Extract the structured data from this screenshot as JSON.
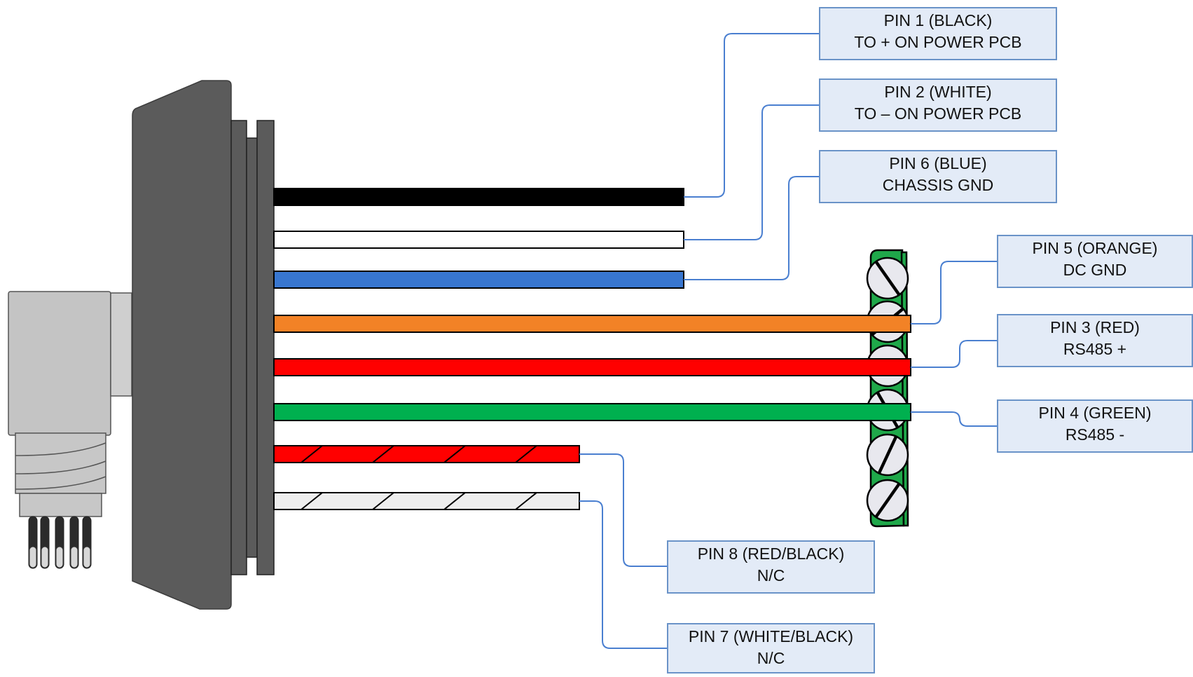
{
  "colors": {
    "leader_line": "#4a7fd0",
    "label_fill": "#e3ebf7",
    "label_border": "#6a93c8",
    "terminal_block": "#1fa84a",
    "connector_body": "#5b5b5b",
    "connector_plug": "#c4c4c4"
  },
  "wires": [
    {
      "id": "pin1",
      "color": "#000000",
      "stripe": null,
      "name": "BLACK",
      "termination": "short"
    },
    {
      "id": "pin2",
      "color": "#ffffff",
      "stripe": null,
      "name": "WHITE",
      "termination": "short"
    },
    {
      "id": "pin6",
      "color": "#3876cf",
      "stripe": null,
      "name": "BLUE",
      "termination": "short"
    },
    {
      "id": "pin5",
      "color": "#f28226",
      "stripe": null,
      "name": "ORANGE",
      "termination": "terminal-block"
    },
    {
      "id": "pin3",
      "color": "#ff0000",
      "stripe": null,
      "name": "RED",
      "termination": "terminal-block"
    },
    {
      "id": "pin4",
      "color": "#00b04f",
      "stripe": null,
      "name": "GREEN",
      "termination": "terminal-block"
    },
    {
      "id": "pin8",
      "color": "#ff0000",
      "stripe": "#000000",
      "name": "RED/BLACK",
      "termination": "cut"
    },
    {
      "id": "pin7",
      "color": "#eeeeee",
      "stripe": "#000000",
      "name": "WHITE/BLACK",
      "termination": "cut"
    }
  ],
  "labels": [
    {
      "wire": "pin1",
      "line1": "PIN 1 (BLACK)",
      "line2": "TO + ON POWER PCB"
    },
    {
      "wire": "pin2",
      "line1": "PIN 2 (WHITE)",
      "line2": "TO – ON POWER PCB"
    },
    {
      "wire": "pin6",
      "line1": "PIN 6 (BLUE)",
      "line2": "CHASSIS GND"
    },
    {
      "wire": "pin5",
      "line1": "PIN 5 (ORANGE)",
      "line2": "DC GND"
    },
    {
      "wire": "pin3",
      "line1": "PIN 3 (RED)",
      "line2": "RS485 +"
    },
    {
      "wire": "pin4",
      "line1": "PIN 4 (GREEN)",
      "line2": "RS485 -"
    },
    {
      "wire": "pin8",
      "line1": "PIN 8 (RED/BLACK)",
      "line2": "N/C"
    },
    {
      "wire": "pin7",
      "line1": "PIN 7 (WHITE/BLACK)",
      "line2": "N/C"
    }
  ],
  "terminal_block": {
    "screw_count": 6
  }
}
